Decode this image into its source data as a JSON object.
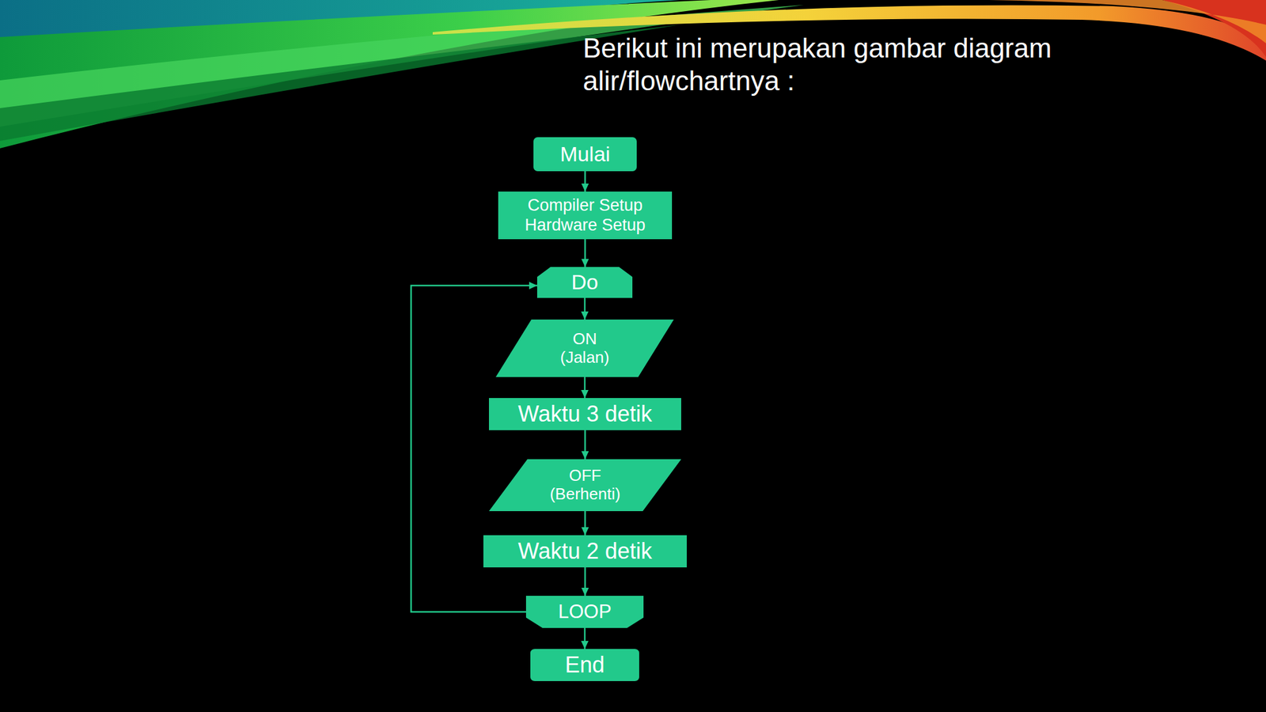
{
  "diagram": {
    "title": "Berikut ini merupakan gambar diagram alir/flowchartnya :",
    "nodes": [
      {
        "text": [
          "Mulai"
        ]
      },
      {
        "text": [
          "Compiler Setup",
          "Hardware Setup"
        ]
      },
      {
        "text": [
          "Do"
        ]
      },
      {
        "text": [
          "ON",
          "(Jalan)"
        ]
      },
      {
        "text": [
          "Waktu 3 detik"
        ]
      },
      {
        "text": [
          "OFF",
          "(Berhenti)"
        ]
      },
      {
        "text": [
          "Waktu 2 detik"
        ]
      },
      {
        "text": [
          "LOOP"
        ]
      },
      {
        "text": [
          "End"
        ]
      }
    ],
    "edges": [
      {
        "from": 0,
        "to": 1,
        "arrow": "to"
      },
      {
        "from": 1,
        "to": 2,
        "arrow": "to"
      },
      {
        "from": 2,
        "to": 3,
        "arrow": "to"
      },
      {
        "from": 3,
        "to": 4,
        "arrow": "to"
      },
      {
        "from": 4,
        "to": 5,
        "arrow": "to"
      },
      {
        "from": 5,
        "to": 6,
        "arrow": "to"
      },
      {
        "from": 6,
        "to": 7,
        "arrow": "to"
      },
      {
        "from": 7,
        "to": 8,
        "arrow": "to"
      },
      {
        "from": 7,
        "to": 2,
        "arrow": "to"
      }
    ]
  }
}
